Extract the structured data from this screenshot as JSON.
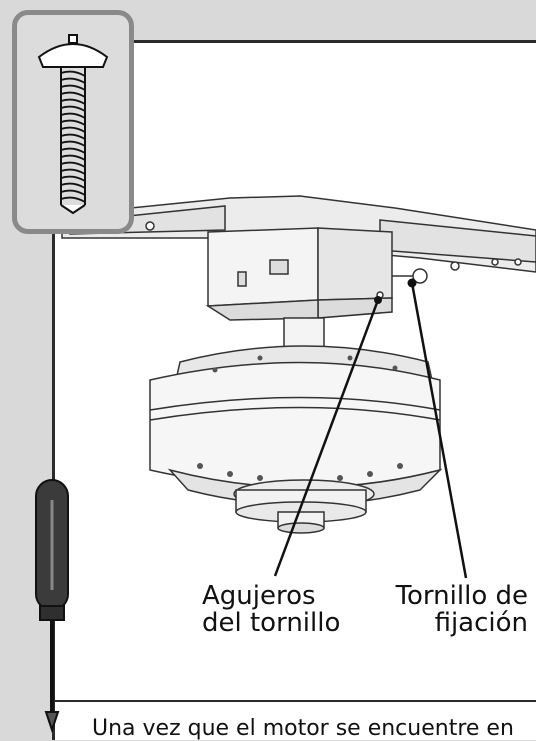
{
  "labels": {
    "holes_line1": "Agujeros",
    "holes_line2": "del tornillo",
    "set_screw_line1": "Tornillo de",
    "set_screw_line2": "fijación"
  },
  "caption": "Una vez que el motor se encuentre en",
  "icons": {
    "screw": "screw-icon",
    "screwdriver": "screwdriver-icon",
    "fan_motor": "fan-motor-icon"
  },
  "colors": {
    "background": "#d9d9d9",
    "panel": "#ffffff",
    "frame": "#2b2b2b",
    "screw_box_border": "#8a8a8a"
  }
}
